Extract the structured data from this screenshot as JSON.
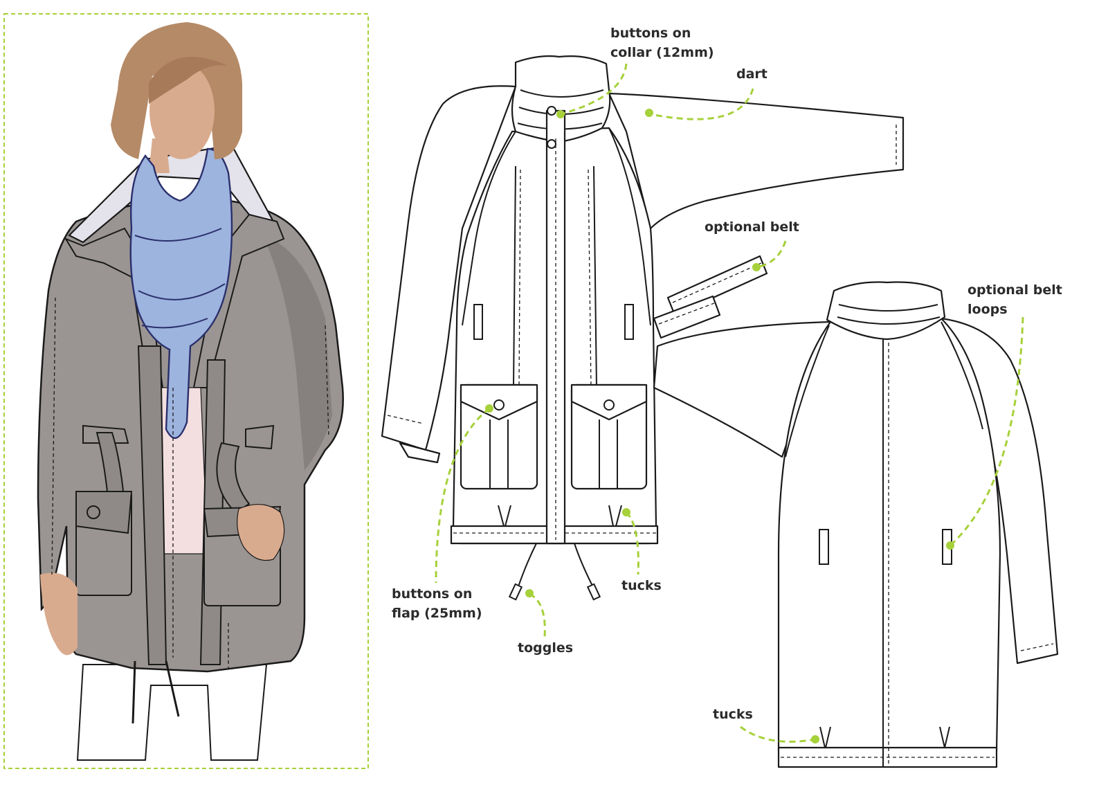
{
  "colors": {
    "accent": "#a6d13a",
    "coat": "#9a9592",
    "scarf": "#9db4de",
    "skin": "#d9ab8e",
    "hair": "#b58a67",
    "collar_lining": "#e4e2ea"
  },
  "labels": {
    "buttons_collar": "buttons on\ncollar (12mm)",
    "dart": "dart",
    "optional_belt": "optional belt",
    "optional_belt_loops": "optional belt\nloops",
    "buttons_flap": "buttons on\nflap (25mm)",
    "toggles": "toggles",
    "tucks_front": "tucks",
    "tucks_back": "tucks"
  }
}
